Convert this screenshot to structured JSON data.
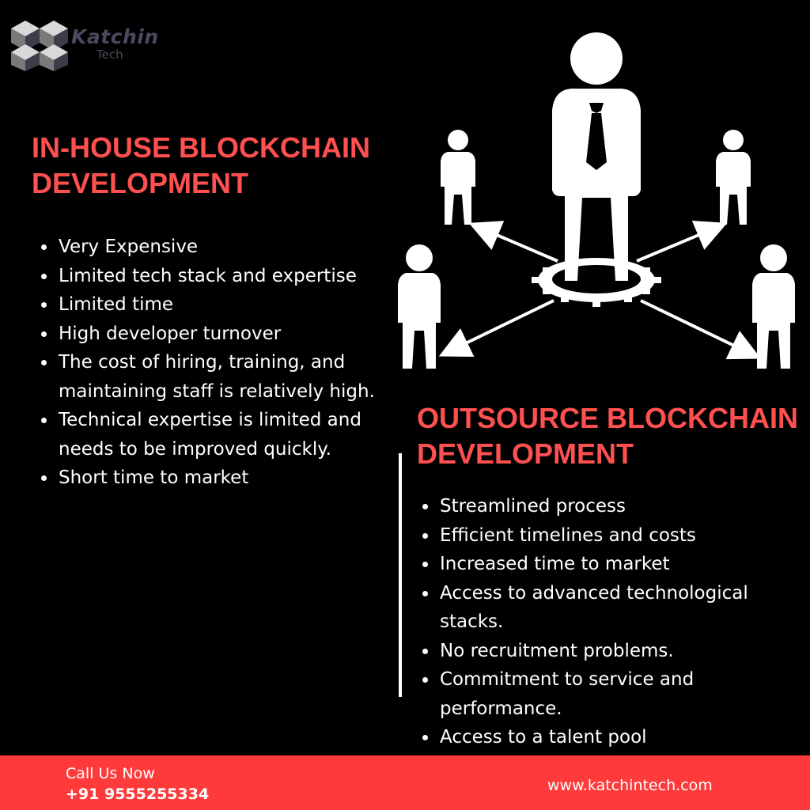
{
  "brand": {
    "name": "Katchin",
    "sub": "Tech",
    "logo_icon": "cube-grid-icon",
    "colors": {
      "cube_light": "#d9d9d9",
      "cube_mid": "#7a7a7a",
      "cube_dark": "#3d3d4a",
      "text": "#4a4a5e"
    }
  },
  "inhouse": {
    "heading": "IN-HOUSE BLOCKCHAIN DEVELOPMENT",
    "items": [
      "Very Expensive",
      "Limited tech stack and expertise",
      "Limited time",
      "High developer turnover",
      "The cost of hiring, training, and maintaining staff is relatively high.",
      "Technical expertise is limited and needs to be improved quickly.",
      "Short time to market"
    ]
  },
  "outsource": {
    "heading": "OUTSOURCE BLOCKCHAIN DEVELOPMENT",
    "items": [
      "Streamlined process",
      "Efficient timelines and costs",
      "Increased time to market",
      "Access to advanced technological stacks.",
      "No recruitment problems.",
      "Commitment to service and performance.",
      "Access to a talent pool"
    ]
  },
  "graphic": {
    "icon": "manager-network-icon"
  },
  "footer": {
    "call_label": "Call Us Now",
    "call_number": "+91 9555255334",
    "website": "www.katchintech.com",
    "bg_color": "#ff3a3a"
  },
  "colors": {
    "accent": "#ff5050",
    "background": "#000000",
    "text": "#ffffff"
  }
}
